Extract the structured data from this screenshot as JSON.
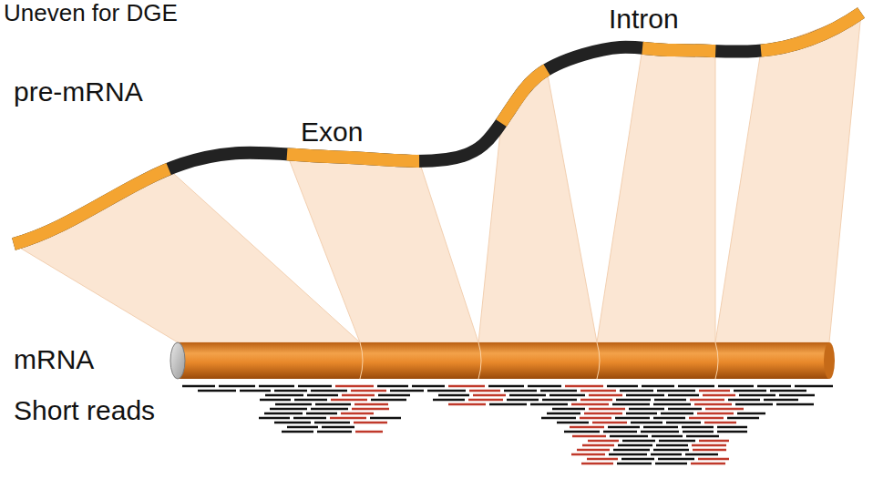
{
  "diagram": {
    "title": "Uneven for DGE",
    "labels": [
      "pre-mRNA",
      "Exon",
      "Intron",
      "mRNA",
      "Short reads"
    ]
  }
}
